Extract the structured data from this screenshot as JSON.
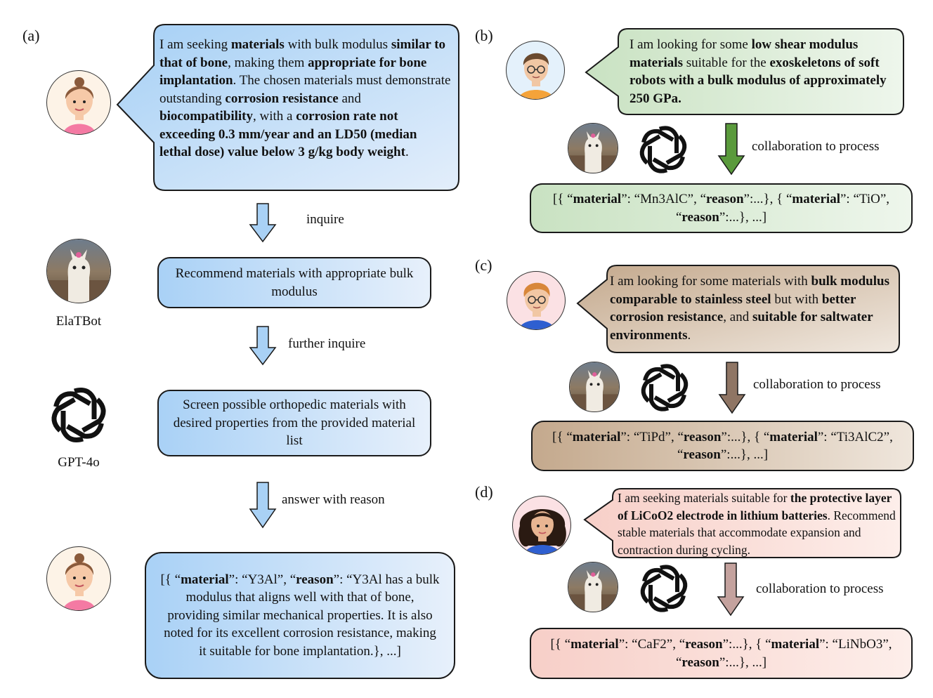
{
  "panels": {
    "a": {
      "label": "(a)",
      "query": [
        {
          "t": "I am seeking ",
          "b": false
        },
        {
          "t": "materials",
          "b": true
        },
        {
          "t": " with bulk modulus ",
          "b": false
        },
        {
          "t": "similar to that of bone",
          "b": true
        },
        {
          "t": ", making them ",
          "b": false
        },
        {
          "t": "appropriate for bone implantation",
          "b": true
        },
        {
          "t": ". The chosen materials must demonstrate outstanding ",
          "b": false
        },
        {
          "t": "corrosion resistance",
          "b": true
        },
        {
          "t": " and ",
          "b": false
        },
        {
          "t": "biocompatibility",
          "b": true
        },
        {
          "t": ", with a ",
          "b": false
        },
        {
          "t": "corrosion rate not exceeding 0.3 mm/year and an LD50 (median lethal dose) value below 3 g/kg body weight",
          "b": true
        },
        {
          "t": ".",
          "b": false
        }
      ],
      "step1_label": "inquire",
      "step1_box": "Recommend materials with appropriate bulk modulus",
      "elatbot_name": "ElaTBot",
      "step2_label": "further inquire",
      "step2_box": "Screen possible orthopedic materials with desired properties from the provided material list",
      "gpt_name": "GPT-4o",
      "step3_label": "answer with reason",
      "answer": [
        {
          "t": "[{ “",
          "b": false
        },
        {
          "t": "material",
          "b": true
        },
        {
          "t": "”: “Y3Al”, “",
          "b": false
        },
        {
          "t": "reason",
          "b": true
        },
        {
          "t": "”: “Y3Al has a bulk modulus that aligns well with that of bone, providing similar mechanical properties. It is also noted for its excellent corrosion resistance, making it suitable for bone implantation.}, ...]",
          "b": false
        }
      ]
    },
    "b": {
      "label": "(b)",
      "query": [
        {
          "t": "I am looking for some ",
          "b": false
        },
        {
          "t": "low shear modulus materials",
          "b": true
        },
        {
          "t": " suitable for the ",
          "b": false
        },
        {
          "t": "exoskeletons of soft robots with a bulk modulus of approximately 250 GPa.",
          "b": true
        }
      ],
      "process_label": "collaboration to process",
      "answer": [
        {
          "t": "[{ “",
          "b": false
        },
        {
          "t": "material",
          "b": true
        },
        {
          "t": "”: “Mn3AlC”, “",
          "b": false
        },
        {
          "t": "reason",
          "b": true
        },
        {
          "t": "”:...}, { “",
          "b": false
        },
        {
          "t": "material",
          "b": true
        },
        {
          "t": "”: “TiO”, “",
          "b": false
        },
        {
          "t": "reason",
          "b": true
        },
        {
          "t": "”:...}, ...]",
          "b": false
        }
      ]
    },
    "c": {
      "label": "(c)",
      "query": [
        {
          "t": "I am looking for some materials with ",
          "b": false
        },
        {
          "t": "bulk modulus comparable to stainless steel",
          "b": true
        },
        {
          "t": " but with ",
          "b": false
        },
        {
          "t": "better corrosion resistance",
          "b": true
        },
        {
          "t": ", and ",
          "b": false
        },
        {
          "t": "suitable for saltwater environments",
          "b": true
        },
        {
          "t": ".",
          "b": false
        }
      ],
      "process_label": "collaboration to process",
      "answer": [
        {
          "t": "[{ “",
          "b": false
        },
        {
          "t": "material",
          "b": true
        },
        {
          "t": "”: “TiPd”, “",
          "b": false
        },
        {
          "t": "reason",
          "b": true
        },
        {
          "t": "”:...}, { “",
          "b": false
        },
        {
          "t": "material",
          "b": true
        },
        {
          "t": "”: “Ti3AlC2”, “",
          "b": false
        },
        {
          "t": "reason",
          "b": true
        },
        {
          "t": "”:...}, ...]",
          "b": false
        }
      ]
    },
    "d": {
      "label": "(d)",
      "query": [
        {
          "t": "I am seeking materials suitable for ",
          "b": false
        },
        {
          "t": "the protective layer of LiCoO2 electrode in lithium batteries",
          "b": true
        },
        {
          "t": ". Recommend stable materials that accommodate expansion and contraction during cycling.",
          "b": false
        }
      ],
      "process_label": "collaboration to process",
      "answer": [
        {
          "t": "[{ “",
          "b": false
        },
        {
          "t": "material",
          "b": true
        },
        {
          "t": "”: “CaF2”, “",
          "b": false
        },
        {
          "t": "reason",
          "b": true
        },
        {
          "t": "”:...}, { “",
          "b": false
        },
        {
          "t": "material",
          "b": true
        },
        {
          "t": "”: “LiNbO3”, “",
          "b": false
        },
        {
          "t": "reason",
          "b": true
        },
        {
          "t": "”:...}, ...]",
          "b": false
        }
      ]
    }
  },
  "colors": {
    "blue_light": "#dbeafb",
    "blue_dark": "#9cc8f2",
    "green_light": "#e5f1e3",
    "green_dark": "#cfe3c9",
    "brown_light": "#e9ddd0",
    "brown_dark": "#c7ad92",
    "pink_light": "#fbe3df",
    "pink_dark": "#f5c8c0",
    "arrow_blue": "#a9d1f5",
    "arrow_green": "#5a9a3c",
    "arrow_brown": "#8f7564",
    "arrow_pink": "#c4a29e"
  }
}
